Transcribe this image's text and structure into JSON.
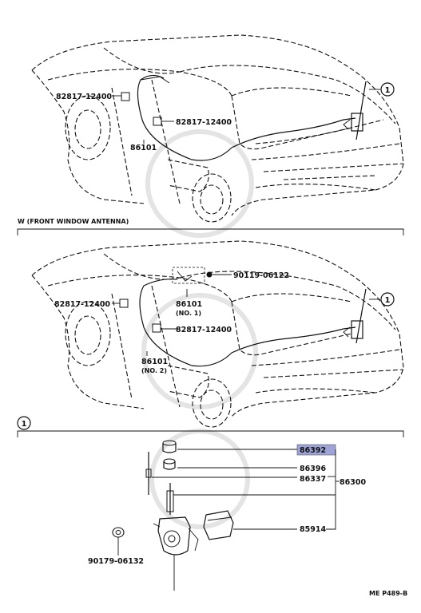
{
  "section_w_title": "W (FRONT WINDOW ANTENNA)",
  "callout": "1",
  "top": {
    "clip_upper": "82817-12400",
    "clip_lower": "82817-12400",
    "cord": "86101"
  },
  "middle": {
    "bolt": "90119-06122",
    "clip_upper": "82817-12400",
    "clip_lower": "82817-12400",
    "cord1": "86101",
    "cord1_sub": "(NO. 1)",
    "cord2": "86101",
    "cord2_sub": "(NO. 2)"
  },
  "detail": {
    "p86392": "86392",
    "p86396": "86396",
    "p86337": "86337",
    "p86300": "86300",
    "p85914": "85914",
    "p90179": "90179-06132"
  },
  "page_code": "ME P489-B",
  "colors": {
    "highlight": "#9fa4d8"
  }
}
